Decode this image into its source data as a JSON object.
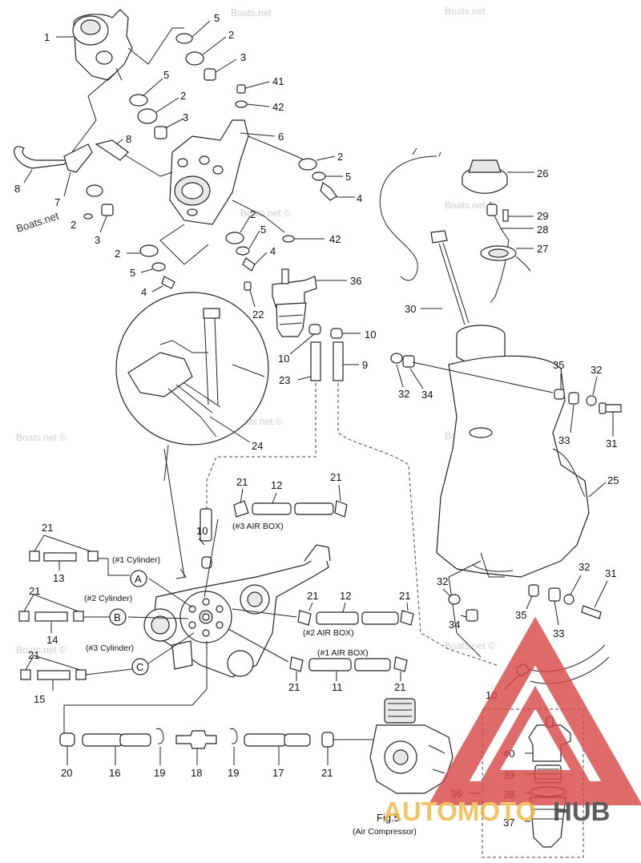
{
  "watermarks": {
    "site": "Boats.net",
    "site_copyright": "Boats.net ©",
    "brand_auto": "AUTOMOTO",
    "brand_hub": "HUB"
  },
  "callouts": {
    "c1": "1",
    "c2a": "2",
    "c2b": "2",
    "c2c": "2",
    "c2d": "2",
    "c2e": "2",
    "c2f": "2",
    "c3a": "3",
    "c3b": "3",
    "c3c": "3",
    "c4a": "4",
    "c4b": "4",
    "c4c": "4",
    "c5a": "5",
    "c5b": "5",
    "c5c": "5",
    "c5d": "5",
    "c5e": "5",
    "c6": "6",
    "c7": "7",
    "c8a": "8",
    "c8b": "8",
    "c9": "9",
    "c10a": "10",
    "c10b": "10",
    "c10c": "10",
    "c10d": "10",
    "c11": "11",
    "c12a": "12",
    "c12b": "12",
    "c13": "13",
    "c14": "14",
    "c15": "15",
    "c16": "16",
    "c17": "17",
    "c18": "18",
    "c19a": "19",
    "c19b": "19",
    "c20": "20",
    "c21a": "21",
    "c21b": "21",
    "c21c": "21",
    "c21d": "21",
    "c21e": "21",
    "c21f": "21",
    "c21g": "21",
    "c21h": "21",
    "c21i": "21",
    "c21j": "21",
    "c22": "22",
    "c23": "23",
    "c24": "24",
    "c25": "25",
    "c26": "26",
    "c27": "27",
    "c28": "28",
    "c29": "29",
    "c30": "30",
    "c31a": "31",
    "c31b": "31",
    "c32a": "32",
    "c32b": "32",
    "c32c": "32",
    "c32d": "32",
    "c33a": "33",
    "c33b": "33",
    "c34a": "34",
    "c34b": "34",
    "c35a": "35",
    "c35b": "35",
    "c36a": "36",
    "c36b": "36",
    "c37": "37",
    "c38": "38",
    "c39": "39",
    "c40": "40",
    "c41": "41",
    "c42a": "42",
    "c42b": "42"
  },
  "annotations": {
    "air_box_1": "(#1 AIR BOX)",
    "air_box_2": "(#2 AIR BOX)",
    "air_box_3": "(#3 AIR BOX)",
    "cyl_1": "(#1 Cylinder)",
    "cyl_2": "(#2 Cylinder)",
    "cyl_3": "(#3 Cylinder)",
    "letter_a": "A",
    "letter_b": "B",
    "letter_c": "C",
    "fig_title": "Fig.5",
    "fig_caption": "(Air Compressor)"
  },
  "colors": {
    "line": "#222222",
    "brand_red": "#d94a4a",
    "brand_gold": "#f0b640",
    "brand_dark": "#3a3a3a",
    "watermark": "#cfcfcf"
  }
}
